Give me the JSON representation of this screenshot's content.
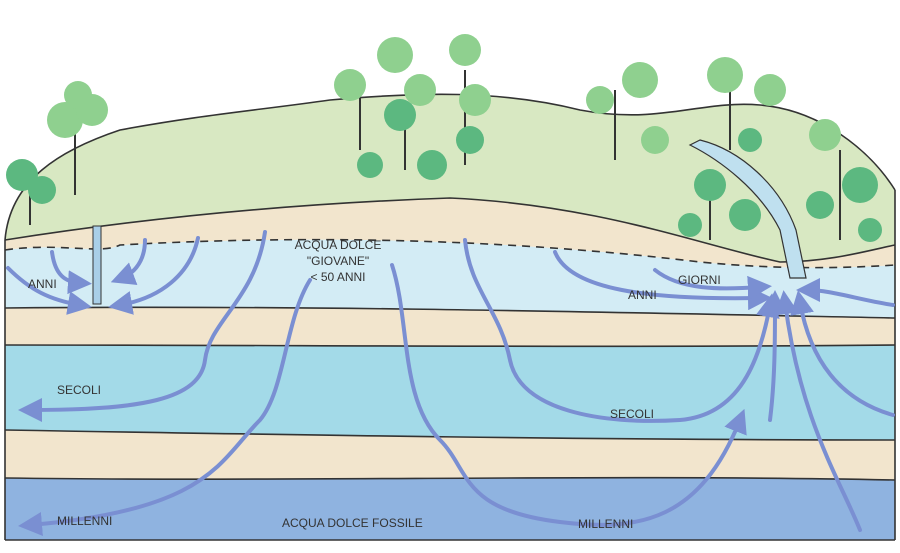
{
  "labels": {
    "anni_left": "ANNI",
    "young_water_line1": "ACQUA DOLCE",
    "young_water_line2": "\"GIOVANE\"",
    "young_water_line3": "< 50 ANNI",
    "anni_right": "ANNI",
    "giorni": "GIORNI",
    "secoli_left": "SECOLI",
    "secoli_right": "SECOLI",
    "millenni_left": "MILLENNI",
    "fossil_water": "ACQUA DOLCE FOSSILE",
    "millenni_right": "MILLENNI"
  },
  "colors": {
    "grass": "#d8e8c2",
    "sand": "#f2e5cd",
    "shallow_aquifer": "#d3ecf5",
    "middle_aquifer": "#a3dae8",
    "deep_aquifer": "#8fb3e0",
    "flow_arrow": "#7a8fd2",
    "tree_light": "#8fd08f",
    "tree_dark": "#5cb880"
  }
}
